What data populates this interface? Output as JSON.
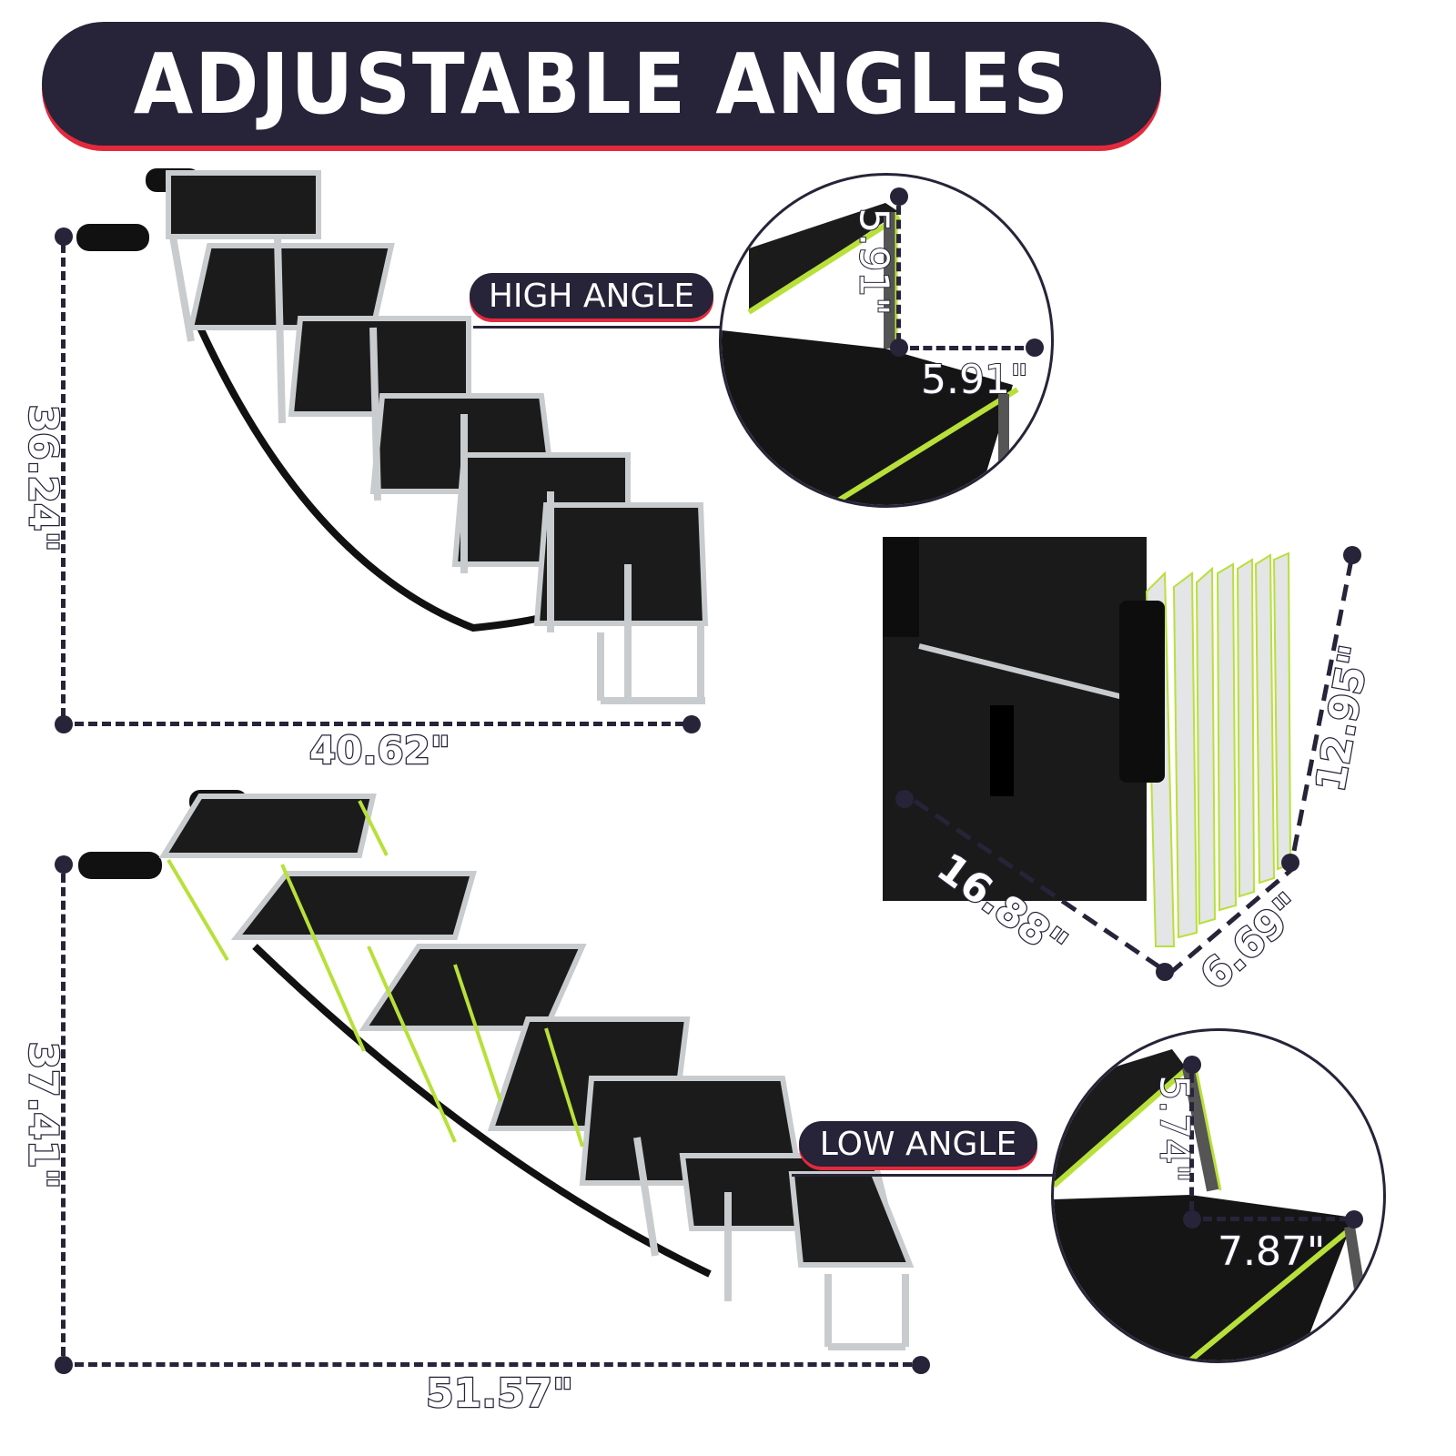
{
  "header": {
    "title": "ADJUSTABLE ANGLES"
  },
  "high_angle": {
    "label": "HIGH ANGLE",
    "height": "36.24\"",
    "length": "40.62\"",
    "step_rise": "5.91\"",
    "step_run": "5.91\""
  },
  "low_angle": {
    "label": "LOW ANGLE",
    "height": "37.41\"",
    "length": "51.57\"",
    "step_rise": "5.74\"",
    "step_run": "7.87\""
  },
  "folded": {
    "height": "12.95\"",
    "width": "16.88\"",
    "depth": "6.69\""
  },
  "colors": {
    "navy": "#272338",
    "red": "#e22a3c",
    "lime": "#b8e03a",
    "aluminum": "#c9ccce",
    "tread": "#1b1b1b"
  }
}
